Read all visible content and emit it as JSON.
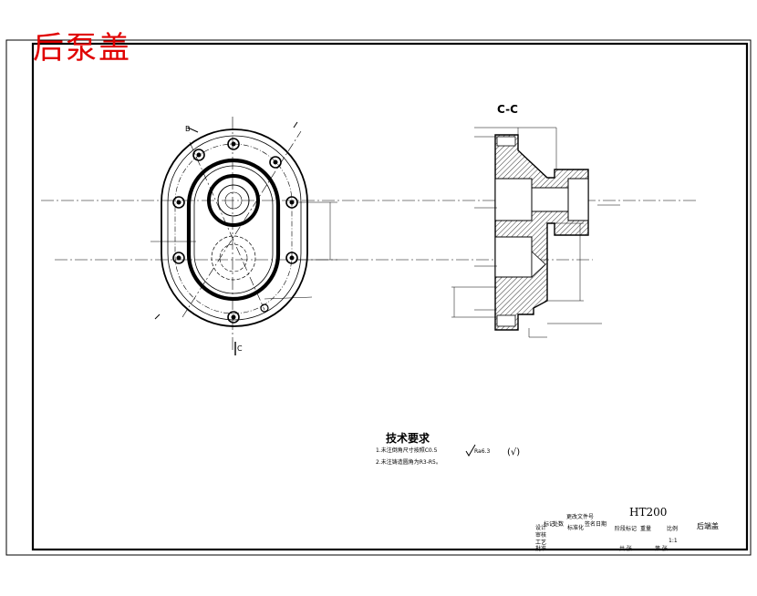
{
  "drawing": {
    "title": "后泵盖",
    "section_label": "C-C",
    "view_marks": {
      "left": "B",
      "center": "C"
    },
    "tech_requirements": {
      "heading": "技术要求",
      "items": [
        "1.未注倒角尺寸按照C0.5",
        "2.未注铸造圆角为R3-R5。"
      ]
    },
    "roughness": {
      "symbol": "Ra6.3",
      "other": "(√)"
    }
  },
  "title_block": {
    "material": "HT200",
    "part_name": "后端盖",
    "labels": [
      "标记",
      "处数",
      "更改文件号",
      "签名",
      "日期",
      "设计",
      "标准化",
      "审核",
      "工艺",
      "批准",
      "阶段标记",
      "重量",
      "比例",
      "共 张",
      "第 张",
      "1:1"
    ]
  },
  "colors": {
    "title_red": "#e00000",
    "line": "#000000"
  },
  "icons": {
    "roughness": "surface-roughness-icon"
  }
}
